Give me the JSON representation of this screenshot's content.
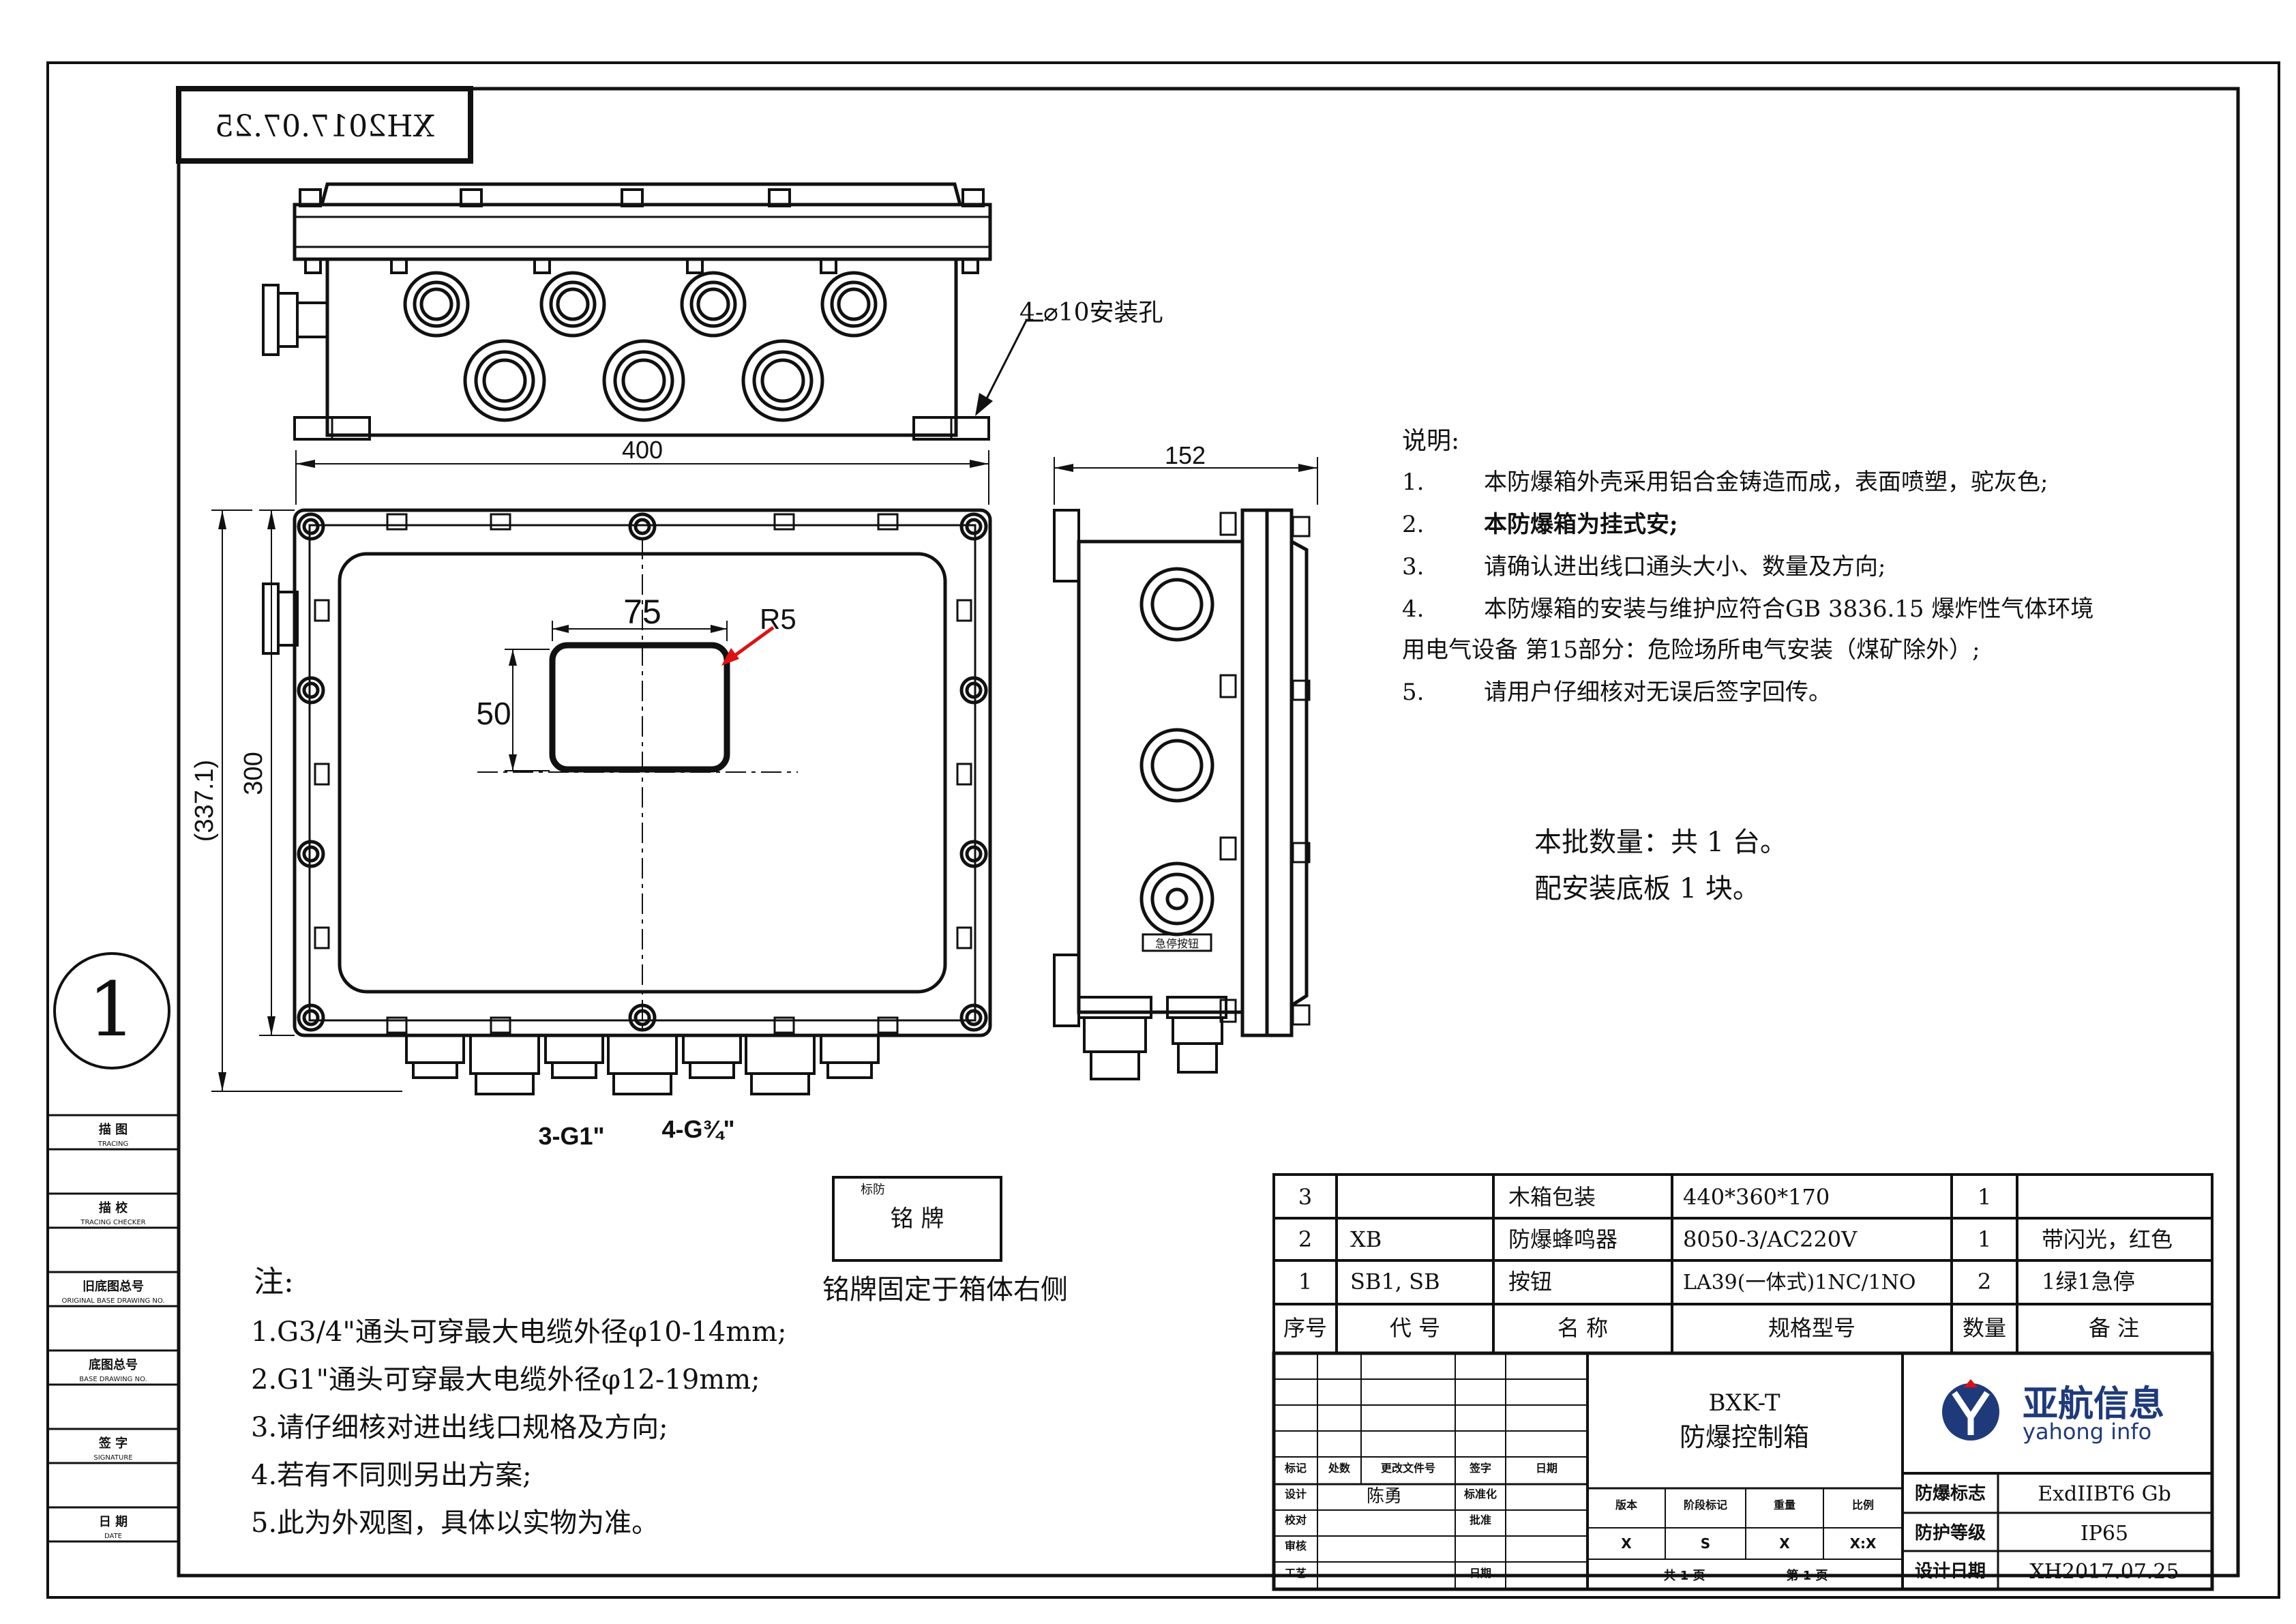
{
  "stamp": "XH2017.07.25",
  "sheet_circle": "1",
  "left_column": [
    "描 图",
    "描 校",
    "旧底图总号",
    "底图总号",
    "签 字",
    "日 期"
  ],
  "left_column_en": [
    "TRACING",
    "TRACING CHECKER",
    "ORIGINAL BASE DRAWING NO.",
    "BASE DRAWING NO.",
    "SIGNATURE",
    "DATE"
  ],
  "dims": {
    "width_400": "400",
    "depth_152": "152",
    "height_300": "300",
    "overall_337": "(337.1)",
    "window_75": "75",
    "window_50": "50",
    "radius_r5": "R5",
    "mount_holes": "4-⌀10安装孔",
    "gland_g1": "3-G1\"",
    "gland_g34": "4-G¾\""
  },
  "estop_label": "急停按钮",
  "notes_title": "说明:",
  "notes": [
    {
      "no": "1.",
      "text": "本防爆箱外壳采用铝合金铸造而成，表面喷塑，驼灰色;"
    },
    {
      "no": "2.",
      "text": "本防爆箱为挂式安;"
    },
    {
      "no": "3.",
      "text": "请确认进出线口通头大小、数量及方向;"
    },
    {
      "no": "4.",
      "text": "本防爆箱的安装与维护应符合GB 3836.15 爆炸性气体环境"
    },
    {
      "no": "",
      "text": "用电气设备 第15部分：危险场所电气安装（煤矿除外）;"
    },
    {
      "no": "5.",
      "text": "请用户仔细核对无误后签字回传。"
    }
  ],
  "batch_qty": "本批数量：共 1 台。",
  "base_plate": "配安装底板  1 块。",
  "nameplate_logo": "标防",
  "nameplate": "铭 牌",
  "nameplate_caption": "铭牌固定于箱体右侧",
  "zhu_title": "注:",
  "zhu_items": [
    "1.G3/4\"通头可穿最大电缆外径φ10-14mm;",
    "2.G1\"通头可穿最大电缆外径φ12-19mm;",
    "3.请仔细核对进出线口规格及方向;",
    "4.若有不同则另出方案;",
    "5.此为外观图，具体以实物为准。"
  ],
  "bom_rows": [
    {
      "seq": "3",
      "code": "",
      "name": "木箱包装",
      "spec": "440*360*170",
      "qty": "1",
      "remark": ""
    },
    {
      "seq": "2",
      "code": "XB",
      "name": "防爆蜂鸣器",
      "spec": "8050-3/AC220V",
      "qty": "1",
      "remark": "带闪光，红色"
    },
    {
      "seq": "1",
      "code": "SB1, SB",
      "name": "按钮",
      "spec": "LA39(一体式)1NC/1NO",
      "qty": "2",
      "remark": "1绿1急停"
    }
  ],
  "bom_header": {
    "seq": "序号",
    "code": "代 号",
    "name": "名 称",
    "spec": "规格型号",
    "qty": "数量",
    "remark": "备 注"
  },
  "title_model": "BXK-T",
  "title_name": "防爆控制箱",
  "brand_cn": "亚航信息",
  "brand_en": "yahong info",
  "designer": "陈勇",
  "tb_labels": {
    "mark": "标记",
    "places": "处数",
    "change_file": "更改文件号",
    "signature": "签字",
    "date": "日期",
    "design": "设计",
    "standardization": "标准化",
    "check": "校对",
    "approval": "批准",
    "review": "审核",
    "craft": "工艺",
    "date2": "日期",
    "version": "版本",
    "stage": "阶段标记",
    "weight": "重量",
    "scale": "比例",
    "total": "共 1 页",
    "page": "第 1 页"
  },
  "tb_values": {
    "version": "X",
    "stage": "S",
    "weight": "X",
    "scale": "X:X"
  },
  "specs": [
    {
      "label": "防爆标志",
      "value": "ExdIIBT6 Gb"
    },
    {
      "label": "防护等级",
      "value": "IP65"
    },
    {
      "label": "设计日期",
      "value": "XH2017.07.25"
    }
  ]
}
